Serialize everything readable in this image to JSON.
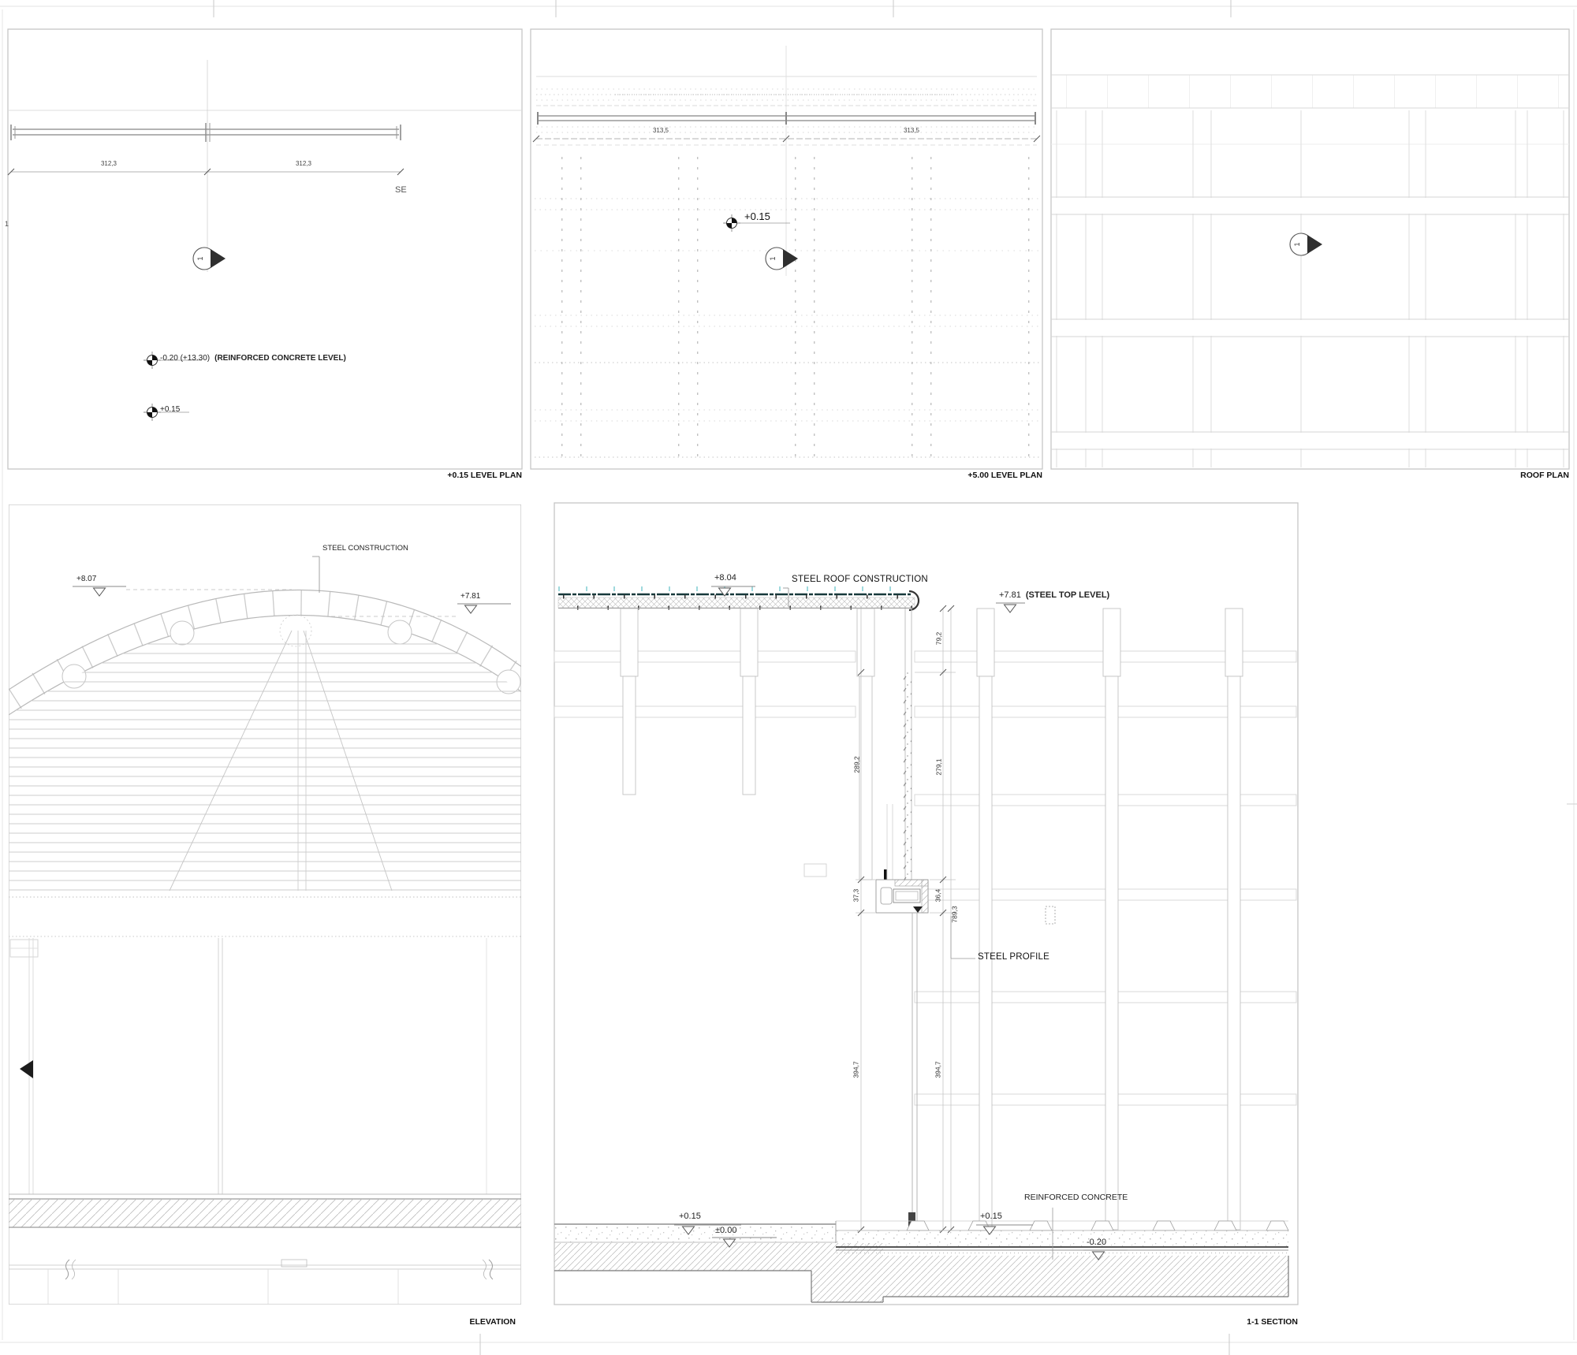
{
  "captions": {
    "plan015": "+0.15 LEVEL PLAN",
    "plan500": "+5.00 LEVEL PLAN",
    "roof": "ROOF PLAN",
    "elevation": "ELEVATION",
    "section": "1-1 SECTION"
  },
  "plan015": {
    "dim_left": "312,3",
    "dim_right": "312,3",
    "edge_label": "SE",
    "grid_label": "1",
    "marker_label": "1",
    "level1_value": "-0.20 (+13.30)",
    "level1_note": "(REINFORCED CONCRETE LEVEL)",
    "level2_value": "+0.15"
  },
  "plan500": {
    "dim_left": "313,5",
    "dim_right": "313,5",
    "level_value": "+0.15",
    "marker_label": "1"
  },
  "roof": {
    "marker_label": "1"
  },
  "elevation": {
    "label_steel": "STEEL CONSTRUCTION",
    "level_top": "+8.07",
    "level_steel": "+7.81"
  },
  "section": {
    "level_ridge": "+8.04",
    "label_roof": "STEEL ROOF CONSTRUCTION",
    "level_steel_top": "+7.81",
    "level_steel_top_note": "(STEEL TOP LEVEL)",
    "label_profile": "STEEL PROFILE",
    "label_concrete": "REINFORCED CONCRETE",
    "level_floor_left": "+0.15",
    "level_zero": "±0.00",
    "level_floor_right": "+0.15",
    "level_minus": "-0.20",
    "dims": {
      "d79": "79,2",
      "d289": "289,2",
      "d279": "279,1",
      "d37": "37,3",
      "d36": "36,4",
      "d789": "789,3",
      "d394a": "394,7",
      "d394b": "394,7"
    }
  },
  "colors": {
    "roof_membrane": "#16393b",
    "roof_ticks_cyan": "#9fd9dd",
    "linework": "#c9c9c9",
    "text": "#1a1a1a"
  }
}
